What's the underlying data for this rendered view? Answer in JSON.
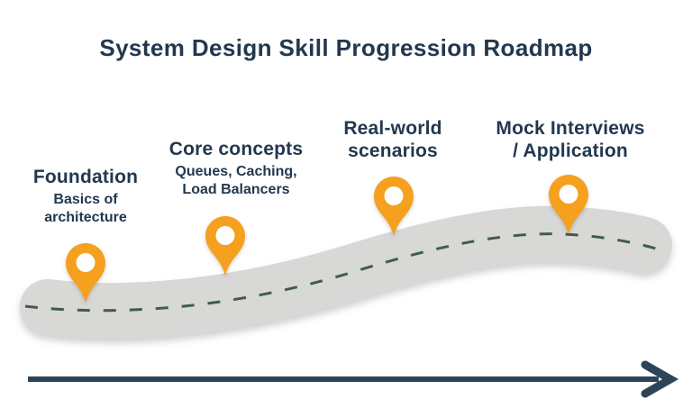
{
  "title": "System Design Skill Progression Roadmap",
  "milestones": [
    {
      "label": "Foundation",
      "details": "Basics of\narchitecture"
    },
    {
      "label": "Core concepts",
      "details": "Queues, Caching,\nLoad Balancers"
    },
    {
      "label": "Real-world\nscenarios",
      "details": ""
    },
    {
      "label": "Mock Interviews\n/ Application",
      "details": ""
    }
  ],
  "icons": {
    "milestone_marker": "location-pin-icon",
    "direction_indicator": "arrow-right-icon"
  },
  "colors": {
    "navy_text": "#22384f",
    "arrow_navy": "#2e4458",
    "pin_orange": "#f5a01e",
    "pin_hole_white": "#ffffff",
    "road_gray": "#d8d8d6",
    "dash_green": "#3f5d4b",
    "background": "#ffffff"
  }
}
